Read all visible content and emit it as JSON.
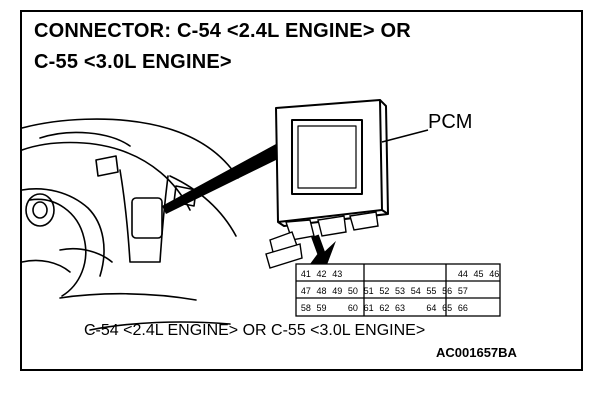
{
  "title": {
    "line1": "CONNECTOR: C-54 <2.4L ENGINE> OR",
    "line2": "C-55 <3.0L ENGINE>"
  },
  "labels": {
    "pcm": "PCM",
    "caption": "C-54 <2.4L ENGINE> OR C-55 <3.0L ENGINE>",
    "figure_code": "AC001657BA"
  },
  "connector": {
    "rows": [
      [
        "41",
        "42",
        "43",
        "",
        "",
        "",
        "",
        "",
        "",
        "",
        "44",
        "45",
        "46"
      ],
      [
        "47",
        "48",
        "49",
        "50",
        "51",
        "52",
        "53",
        "54",
        "55",
        "56",
        "57",
        "",
        ""
      ],
      [
        "58",
        "59",
        "",
        "60",
        "61",
        "62",
        "63",
        "",
        "64",
        "65",
        "66",
        "",
        ""
      ]
    ]
  }
}
